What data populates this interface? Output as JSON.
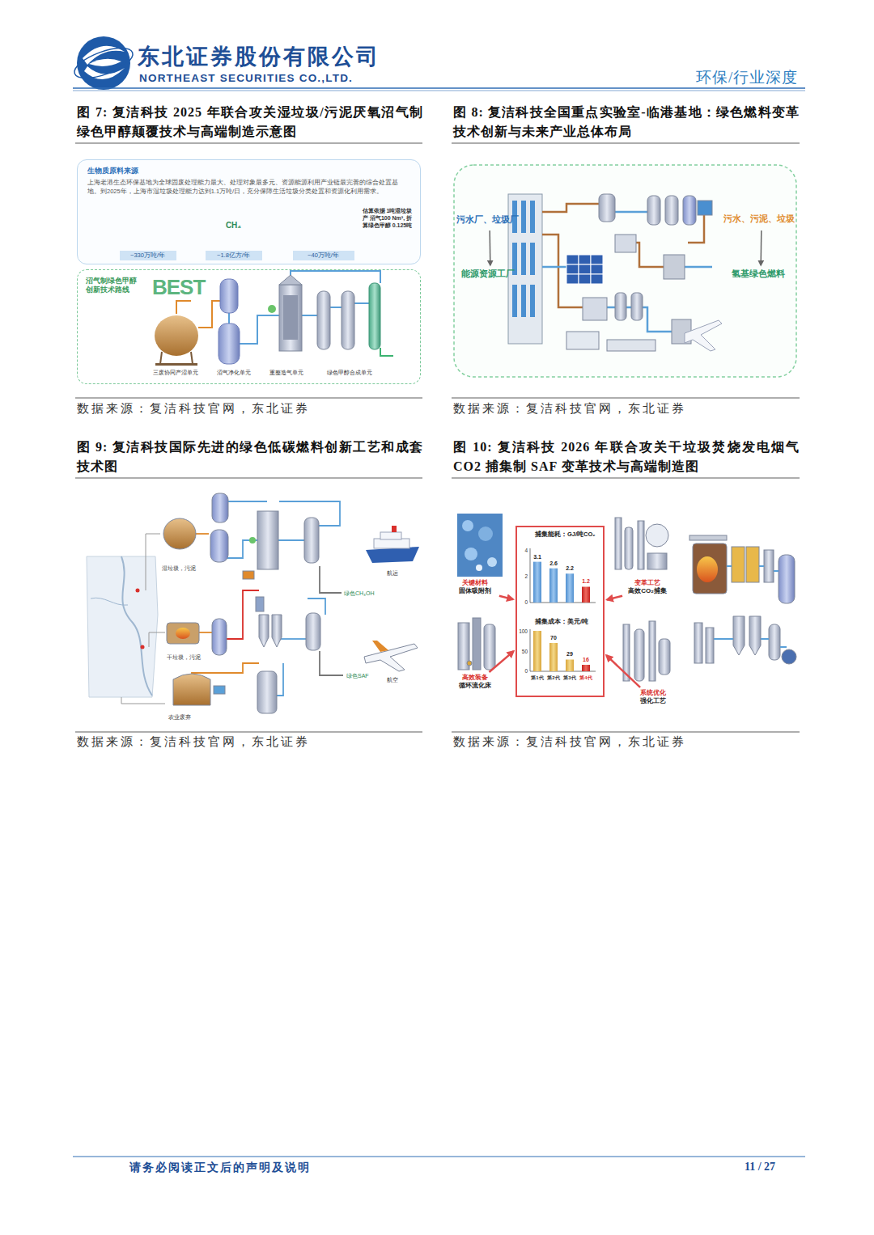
{
  "diagram": {
    "nodes": [
      {
        "text": [
          "生物质原料来源",
          "上海老港生态环保基地为全球固废处理能力最大、处理对象最多元、资源能源利用产业链最完善的综合处置基地。到2025年，上海市湿垃圾处理能力达到1.1万吨/日，充分保障生活垃圾分类处置和资源化利用需求。"
        ]
      },
      {
        "text": [
          "~330万吨/年"
        ],
        "in": 0
      },
      {
        "text": [
          "CH₄",
          "~1.8亿方/年"
        ],
        "in": 0
      },
      {
        "text": [
          "~40万吨/年"
        ],
        "in": 0
      },
      {
        "text": [
          "估算依据 1吨湿垃圾产 沼气100 Nm³, 折算绿色甲醇 0.125吨"
        ],
        "in": 0
      },
      {
        "text": [
          "沼气制绿色甲醇 创新技术路线",
          "BEST"
        ]
      },
      {
        "text": [
          "三废协同产沼单元"
        ],
        "in": 5
      },
      {
        "text": [
          "沼气净化单元"
        ],
        "in": 5
      },
      {
        "text": [
          "重整造气单元"
        ],
        "in": 5
      },
      {
        "text": [
          "绿色甲醇合成单元"
        ],
        "in": 5
      },
      {
        "text": [
          "污水厂、垃圾厂"
        ]
      },
      {
        "text": [
          "能源资源工厂"
        ]
      },
      {
        "text": [
          "污水、污泥、垃圾"
        ]
      },
      {
        "text": [
          "氢基绿色燃料"
        ]
      },
      {
        "text": [
          "捕集能耗：GJ/吨CO₂",
          "捕集成本：美元/吨"
        ]
      },
      {
        "text": [
          "关键材料",
          "固体吸附剂"
        ]
      },
      {
        "text": [
          "高效装备",
          "循环流化床"
        ]
      },
      {
        "text": [
          "变革工艺",
          "高效CO₂捕集"
        ]
      },
      {
        "text": [
          "系统优化",
          "强化工艺"
        ]
      }
    ],
    "edges": [
      {
        "from": 1,
        "to": 2,
        "arrow": "to"
      },
      {
        "from": 2,
        "to": 3,
        "arrow": "to"
      },
      {
        "from": 10,
        "to": 11,
        "arrow": "to"
      },
      {
        "from": 12,
        "to": 13,
        "arrow": "to"
      },
      {
        "from": 15,
        "to": 14,
        "arrow": "to"
      },
      {
        "from": 16,
        "to": 14,
        "arrow": "to"
      },
      {
        "from": 17,
        "to": 14,
        "arrow": "to"
      },
      {
        "from": 18,
        "to": 14,
        "arrow": "to"
      }
    ],
    "labels": [
      "东北证券股份有限公司",
      "NORTHEAST SECURITIES CO.,LTD.",
      "环保/行业深度",
      "图 7: 复洁科技 2025 年联合攻关湿垃圾/污泥厌氧沼气制绿色甲醇颠覆技术与高端制造示意图",
      "图 8: 复洁科技全国重点实验室-临港基地：绿色燃料变革技术创新与未来产业总体布局",
      "数据来源：复洁科技官网，东北证券",
      "数据来源：复洁科技官网，东北证券",
      "图 9: 复洁科技国际先进的绿色低碳燃料创新工艺和成套技术图",
      "图 10: 复洁科技 2026 年联合攻关干垃圾焚烧发电烟气 CO2 捕集制 SAF 变革技术与高端制造图",
      "数据来源：复洁科技官网，东北证券",
      "数据来源：复洁科技官网，东北证券",
      "请务必阅读正文后的声明及说明",
      "11 / 27",
      "湿垃圾，污泥",
      "干垃圾，污泥",
      "农业废弃",
      "绿色CH₃OH",
      "航运",
      "绿色SAF",
      "航空",
      "3.1",
      "2.6",
      "2.2",
      "1.2",
      "70",
      "29",
      "16",
      "4",
      "2",
      "0",
      "100",
      "50",
      "0",
      "第1代",
      "第2代",
      "第3代",
      "第4代"
    ]
  }
}
